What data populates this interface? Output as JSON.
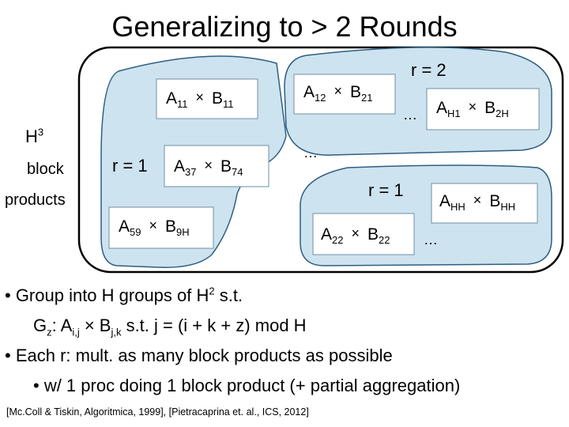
{
  "title": "Generalizing to > 2 Rounds",
  "left_label": {
    "h": "H",
    "h_sup": "3",
    "line2": "block",
    "line3": "products"
  },
  "round_labels": {
    "r2": "r = 2",
    "r1_left": "r = 1",
    "r1_right": "r = 1"
  },
  "times": "×",
  "ellipsis": "…",
  "products": [
    {
      "a": "A",
      "a_sub": "11",
      "b": "B",
      "b_sub": "11"
    },
    {
      "a": "A",
      "a_sub": "12",
      "b": "B",
      "b_sub": "21"
    },
    {
      "a": "A",
      "a_sub": "H1",
      "b": "B",
      "b_sub": "2H"
    },
    {
      "a": "A",
      "a_sub": "37",
      "b": "B",
      "b_sub": "74"
    },
    {
      "a": "A",
      "a_sub": "HH",
      "b": "B",
      "b_sub": "HH"
    },
    {
      "a": "A",
      "a_sub": "59",
      "b": "B",
      "b_sub": "9H"
    },
    {
      "a": "A",
      "a_sub": "22",
      "b": "B",
      "b_sub": "22"
    }
  ],
  "bullets": {
    "b1_pre": "• Group into H groups of H",
    "b1_sup": "2",
    "b1_post": " s.t.",
    "b2_g": "G",
    "b2_g_sub": "z",
    "b2_a": ": A",
    "b2_a_sub": "i,j",
    "b2_mid": " × B",
    "b2_b_sub": "j,k",
    "b2_post": " s.t. j = (i + k + z) mod H",
    "b3": "• Each r: mult. as many block products as possible",
    "b4": "• w/ 1 proc  doing 1 block product (+ partial aggregation)"
  },
  "citation": "[Mc.Coll & Tiskin, Algoritmica, 1999], [Pietracaprina et. al., ICS, 2012]",
  "colors": {
    "group_fill": "#cde3ef",
    "group_stroke": "#2e5e82",
    "box_fill": "#ffffff",
    "box_stroke": "#6f8fa6"
  }
}
